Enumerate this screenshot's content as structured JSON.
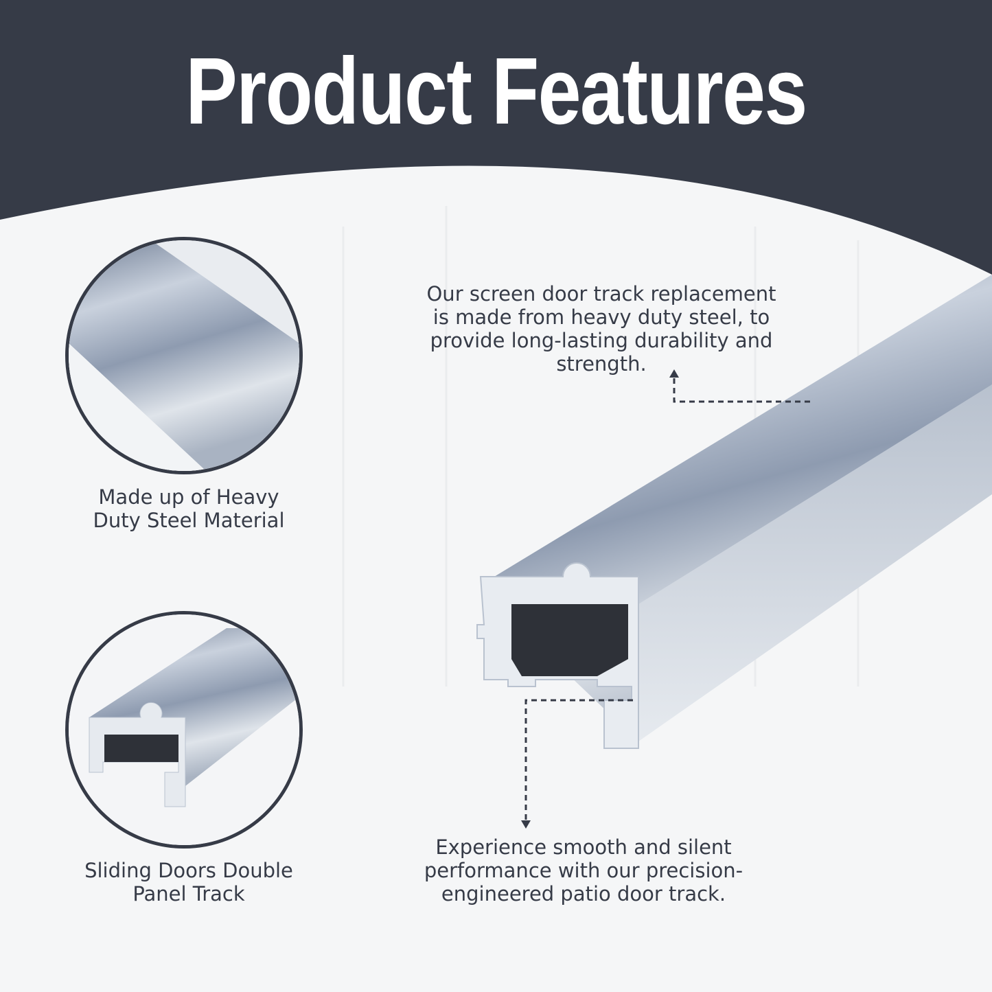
{
  "header": {
    "title": "Product Features",
    "background_color": "#363b47"
  },
  "features": [
    {
      "caption_line1": "Made up of  Heavy",
      "caption_line2": "Duty Steel Material",
      "image": "steel-closeup"
    },
    {
      "caption_line1": "Sliding Doors Double",
      "caption_line2": "Panel Track",
      "image": "track-profile"
    }
  ],
  "callouts": {
    "top": [
      "Our screen door track replacement",
      "is made from heavy duty steel, to",
      "provide long-lasting durability and",
      "strength."
    ],
    "bottom": [
      "Experience smooth and silent",
      "performance with our precision-",
      "engineered patio door track."
    ]
  },
  "colors": {
    "text": "#363b47",
    "accent": "#363b47",
    "metal": "#9aa6b8"
  }
}
